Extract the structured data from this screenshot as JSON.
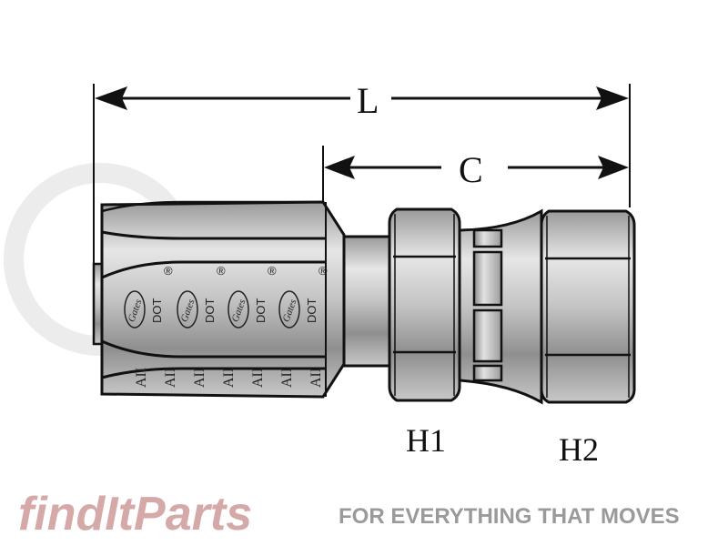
{
  "dimensions": {
    "length_label": "L",
    "center_label": "C"
  },
  "hex_labels": {
    "h1": "H1",
    "h2": "H2"
  },
  "ferrule_markings": {
    "dot": "DOT",
    "registered": "®",
    "brand": "Gates",
    "code": "AII"
  },
  "watermark": {
    "brand": "findItParts",
    "tagline": "FOR EVERYTHING THAT MOVES"
  },
  "colors": {
    "line": "#111111",
    "metal_light": "#e4e4e4",
    "metal_mid": "#bdbdbd",
    "metal_dark": "#8e8e8e",
    "watermark_red": "#e8b8b8"
  }
}
